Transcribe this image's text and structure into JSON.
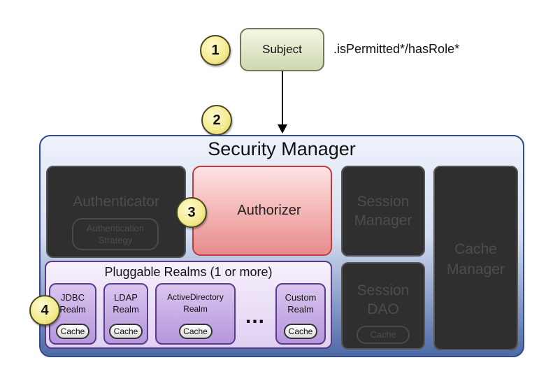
{
  "subject": {
    "label": "Subject",
    "methods": ".isPermitted*/hasRole*"
  },
  "badges": [
    "1",
    "2",
    "3",
    "4"
  ],
  "security_manager": {
    "title": "Security Manager",
    "authenticator": {
      "label": "Authenticator",
      "strategy": "Authentication Strategy"
    },
    "authorizer": {
      "label": "Authorizer"
    },
    "session_manager": {
      "label": "Session Manager"
    },
    "session_dao": {
      "label": "Session DAO",
      "cache": "Cache"
    },
    "cache_manager": {
      "label": "Cache Manager"
    },
    "realms": {
      "title": "Pluggable Realms (1 or more)",
      "items": [
        {
          "label": "JDBC Realm",
          "cache": "Cache"
        },
        {
          "label": "LDAP Realm",
          "cache": "Cache"
        },
        {
          "label": "ActiveDirectory Realm",
          "cache": "Cache"
        },
        {
          "label": "Custom Realm",
          "cache": "Cache"
        }
      ],
      "ellipsis": "..."
    }
  },
  "colors": {
    "subject_fill": "#dfe7c6",
    "security_manager_border": "#2f4a8f",
    "authorizer_fill": "#f3b2b2",
    "realm_fill": "#c7aee6",
    "badge_fill": "#f3ea8e",
    "inactive_component": "#2f2f2f"
  }
}
